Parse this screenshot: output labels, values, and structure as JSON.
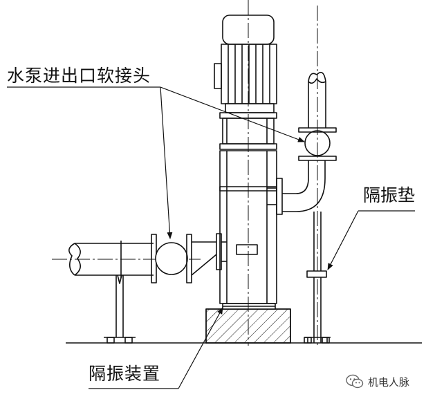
{
  "labels": {
    "connector": "水泵进出口软接头",
    "pad": "隔振垫",
    "device": "隔振装置"
  },
  "watermark": {
    "text": "机电人脉",
    "icon": "wechat-icon"
  },
  "colors": {
    "line": "#111111",
    "background": "#ffffff"
  }
}
